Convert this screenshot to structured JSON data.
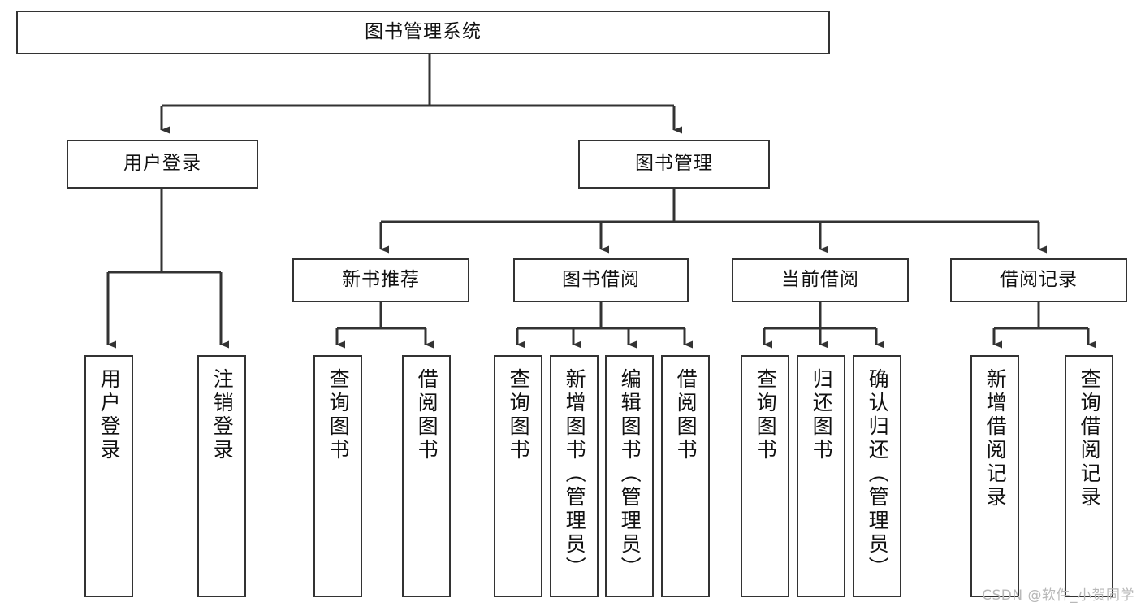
{
  "diagram": {
    "title": "图书管理系统",
    "type": "tree-hierarchy-diagram",
    "watermark": "CSDN @软件_小贺同学",
    "colors": {
      "box_border": "#333333",
      "box_fill": "#ffffff",
      "edge": "#333333",
      "text": "#111111",
      "watermark": "#b8b8b8",
      "background": "#ffffff"
    },
    "nodes": {
      "root": {
        "label": "图书管理系统"
      },
      "level2": [
        {
          "id": "user-login",
          "label": "用户登录"
        },
        {
          "id": "book-management",
          "label": "图书管理"
        }
      ],
      "level3": [
        {
          "id": "new-book-recommend",
          "label": "新书推荐"
        },
        {
          "id": "book-borrow",
          "label": "图书借阅"
        },
        {
          "id": "current-borrow",
          "label": "当前借阅"
        },
        {
          "id": "borrow-record",
          "label": "借阅记录"
        }
      ],
      "leaves": {
        "user_login": [
          {
            "id": "leaf-user-login",
            "label": "用户登录"
          },
          {
            "id": "leaf-logout-login",
            "label": "注销登录"
          }
        ],
        "new_book_recommend": [
          {
            "id": "leaf-query-book-1",
            "label": "查询图书"
          },
          {
            "id": "leaf-borrow-book-1",
            "label": "借阅图书"
          }
        ],
        "book_borrow": [
          {
            "id": "leaf-query-book-2",
            "label": "查询图书"
          },
          {
            "id": "leaf-add-book",
            "label": "新增图书（管理员）"
          },
          {
            "id": "leaf-edit-book",
            "label": "编辑图书（管理员）"
          },
          {
            "id": "leaf-borrow-book-2",
            "label": "借阅图书"
          }
        ],
        "current_borrow": [
          {
            "id": "leaf-query-book-3",
            "label": "查询图书"
          },
          {
            "id": "leaf-return-book",
            "label": "归还图书"
          },
          {
            "id": "leaf-confirm-return",
            "label": "确认归还（管理员）"
          }
        ],
        "borrow_record": [
          {
            "id": "leaf-add-record",
            "label": "新增借阅记录"
          },
          {
            "id": "leaf-query-record",
            "label": "查询借阅记录"
          }
        ]
      }
    }
  }
}
